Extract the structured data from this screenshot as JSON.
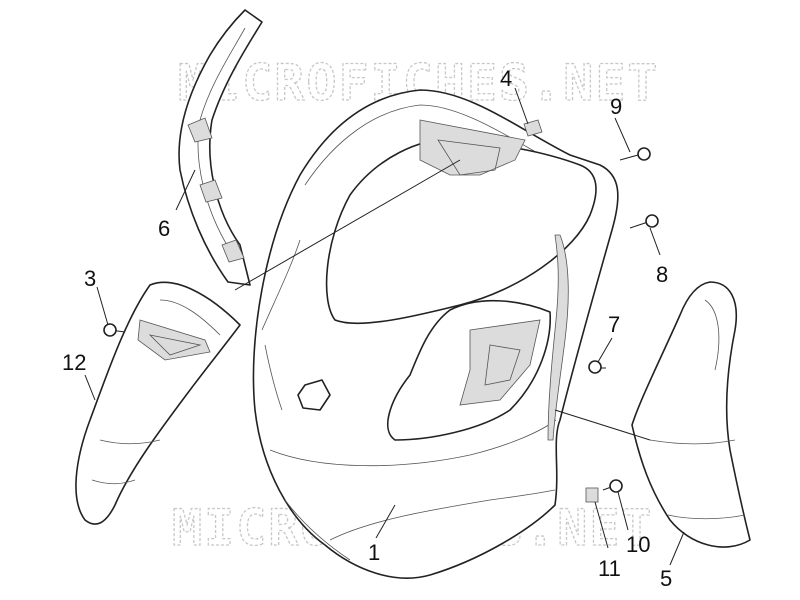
{
  "watermark": {
    "top": "MICROFICHES.NET",
    "bottom": "MICROFICHES.NET"
  },
  "callouts": [
    {
      "id": "1",
      "label": "1"
    },
    {
      "id": "3",
      "label": "3"
    },
    {
      "id": "4",
      "label": "4"
    },
    {
      "id": "5",
      "label": "5"
    },
    {
      "id": "6",
      "label": "6"
    },
    {
      "id": "7",
      "label": "7"
    },
    {
      "id": "8",
      "label": "8"
    },
    {
      "id": "9",
      "label": "9"
    },
    {
      "id": "10",
      "label": "10"
    },
    {
      "id": "11",
      "label": "11"
    },
    {
      "id": "12",
      "label": "12"
    }
  ]
}
